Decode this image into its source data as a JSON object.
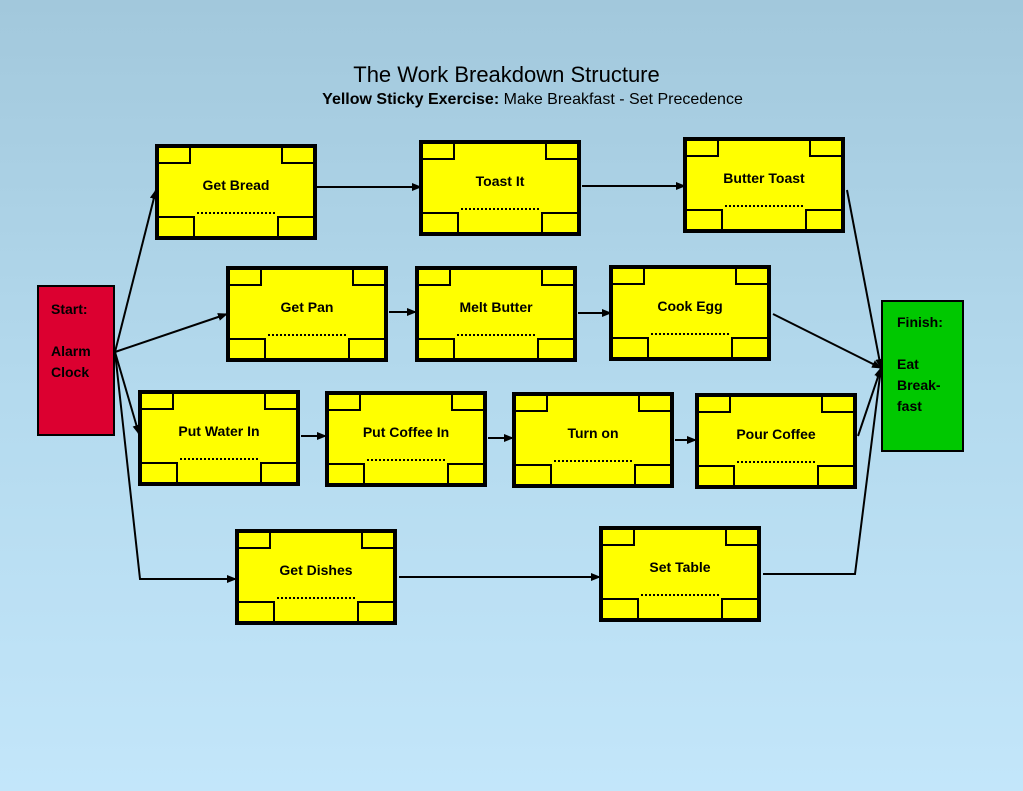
{
  "header": {
    "title": "The Work Breakdown Structure",
    "subtitle_bold": "Yellow Sticky Exercise:",
    "subtitle_rest": "Make Breakfast - Set Precedence"
  },
  "start": {
    "heading": "Start:",
    "line1": "Alarm",
    "line2": "Clock"
  },
  "finish": {
    "heading": "Finish:",
    "line1": "Eat",
    "line2": "Break-",
    "line3": "fast"
  },
  "tasks": {
    "get_bread": "Get Bread",
    "toast_it": "Toast It",
    "butter_toast": "Butter Toast",
    "get_pan": "Get Pan",
    "melt_butter": "Melt Butter",
    "cook_egg": "Cook Egg",
    "put_water_in": "Put Water In",
    "put_coffee_in": "Put Coffee In",
    "turn_on": "Turn on",
    "pour_coffee": "Pour Coffee",
    "get_dishes": "Get Dishes",
    "set_table": "Set Table"
  },
  "colors": {
    "task_fill": "#ffff00",
    "start_fill": "#dc0030",
    "finish_fill": "#00c800",
    "line": "#000000"
  }
}
